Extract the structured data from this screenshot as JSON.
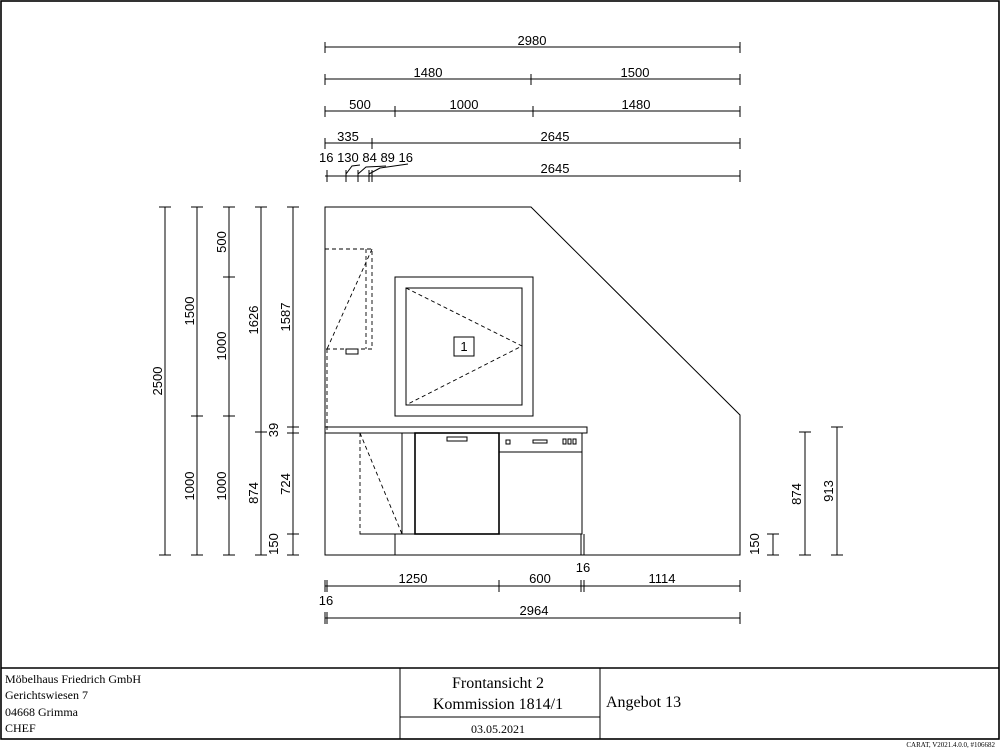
{
  "title_block": {
    "company_lines": [
      "Möbelhaus Friedrich GmbH",
      "Gerichtswiesen 7",
      "04668 Grimma",
      "CHEF"
    ],
    "view_title": "Frontansicht 2",
    "commission": "Kommission 1814/1",
    "date": "03.05.2021",
    "offer": "Angebot 13",
    "version": "CARAT, V2021.4.0.0, #106682"
  },
  "item_label": "1",
  "dimensions": {
    "top": [
      [
        "2980"
      ],
      [
        "1480",
        "1500"
      ],
      [
        "500",
        "1000",
        "1480"
      ],
      [
        "335",
        "2645"
      ],
      [
        "16 130 84 89 16",
        "2645"
      ]
    ],
    "left": [
      "2500",
      "1500",
      "1000",
      "500",
      "1000",
      "1000",
      "1626",
      "874",
      "1587",
      "39",
      "724",
      "150"
    ],
    "right": [
      "150",
      "874",
      "913"
    ],
    "bottom": [
      "1250",
      "600",
      "16",
      "1114",
      "16",
      "2964"
    ]
  }
}
